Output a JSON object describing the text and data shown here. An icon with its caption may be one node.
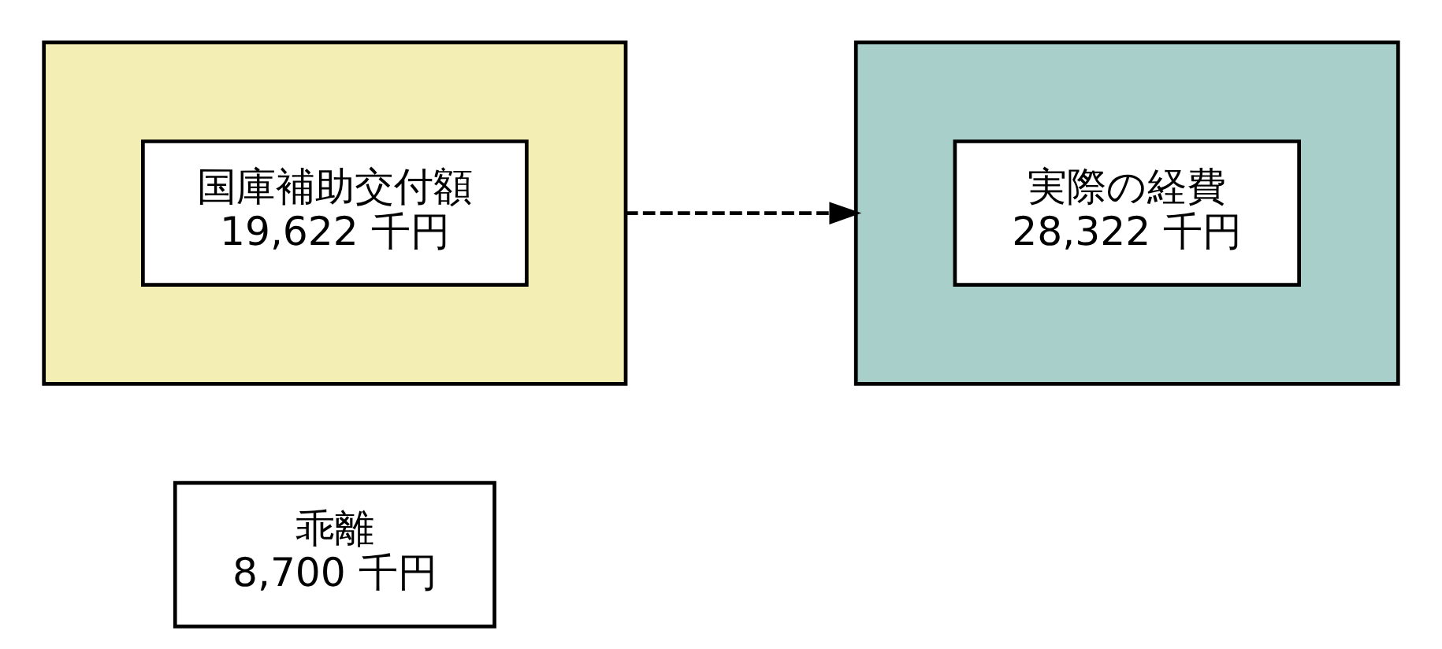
{
  "diagram": {
    "nodes": [
      {
        "text": [
          "乖離",
          "8,700 千円"
        ]
      },
      {
        "text": [],
        "shape": "box"
      },
      {
        "text": [
          "国庫補助交付額",
          "19,622 千円"
        ],
        "in": 1
      },
      {
        "text": [],
        "shape": "box"
      },
      {
        "text": [
          "実際の経費",
          "28,322 千円"
        ],
        "in": 3
      }
    ],
    "edges": [
      {
        "from": 1,
        "to": 3,
        "arrow": "to",
        "style": "dashed"
      }
    ]
  }
}
